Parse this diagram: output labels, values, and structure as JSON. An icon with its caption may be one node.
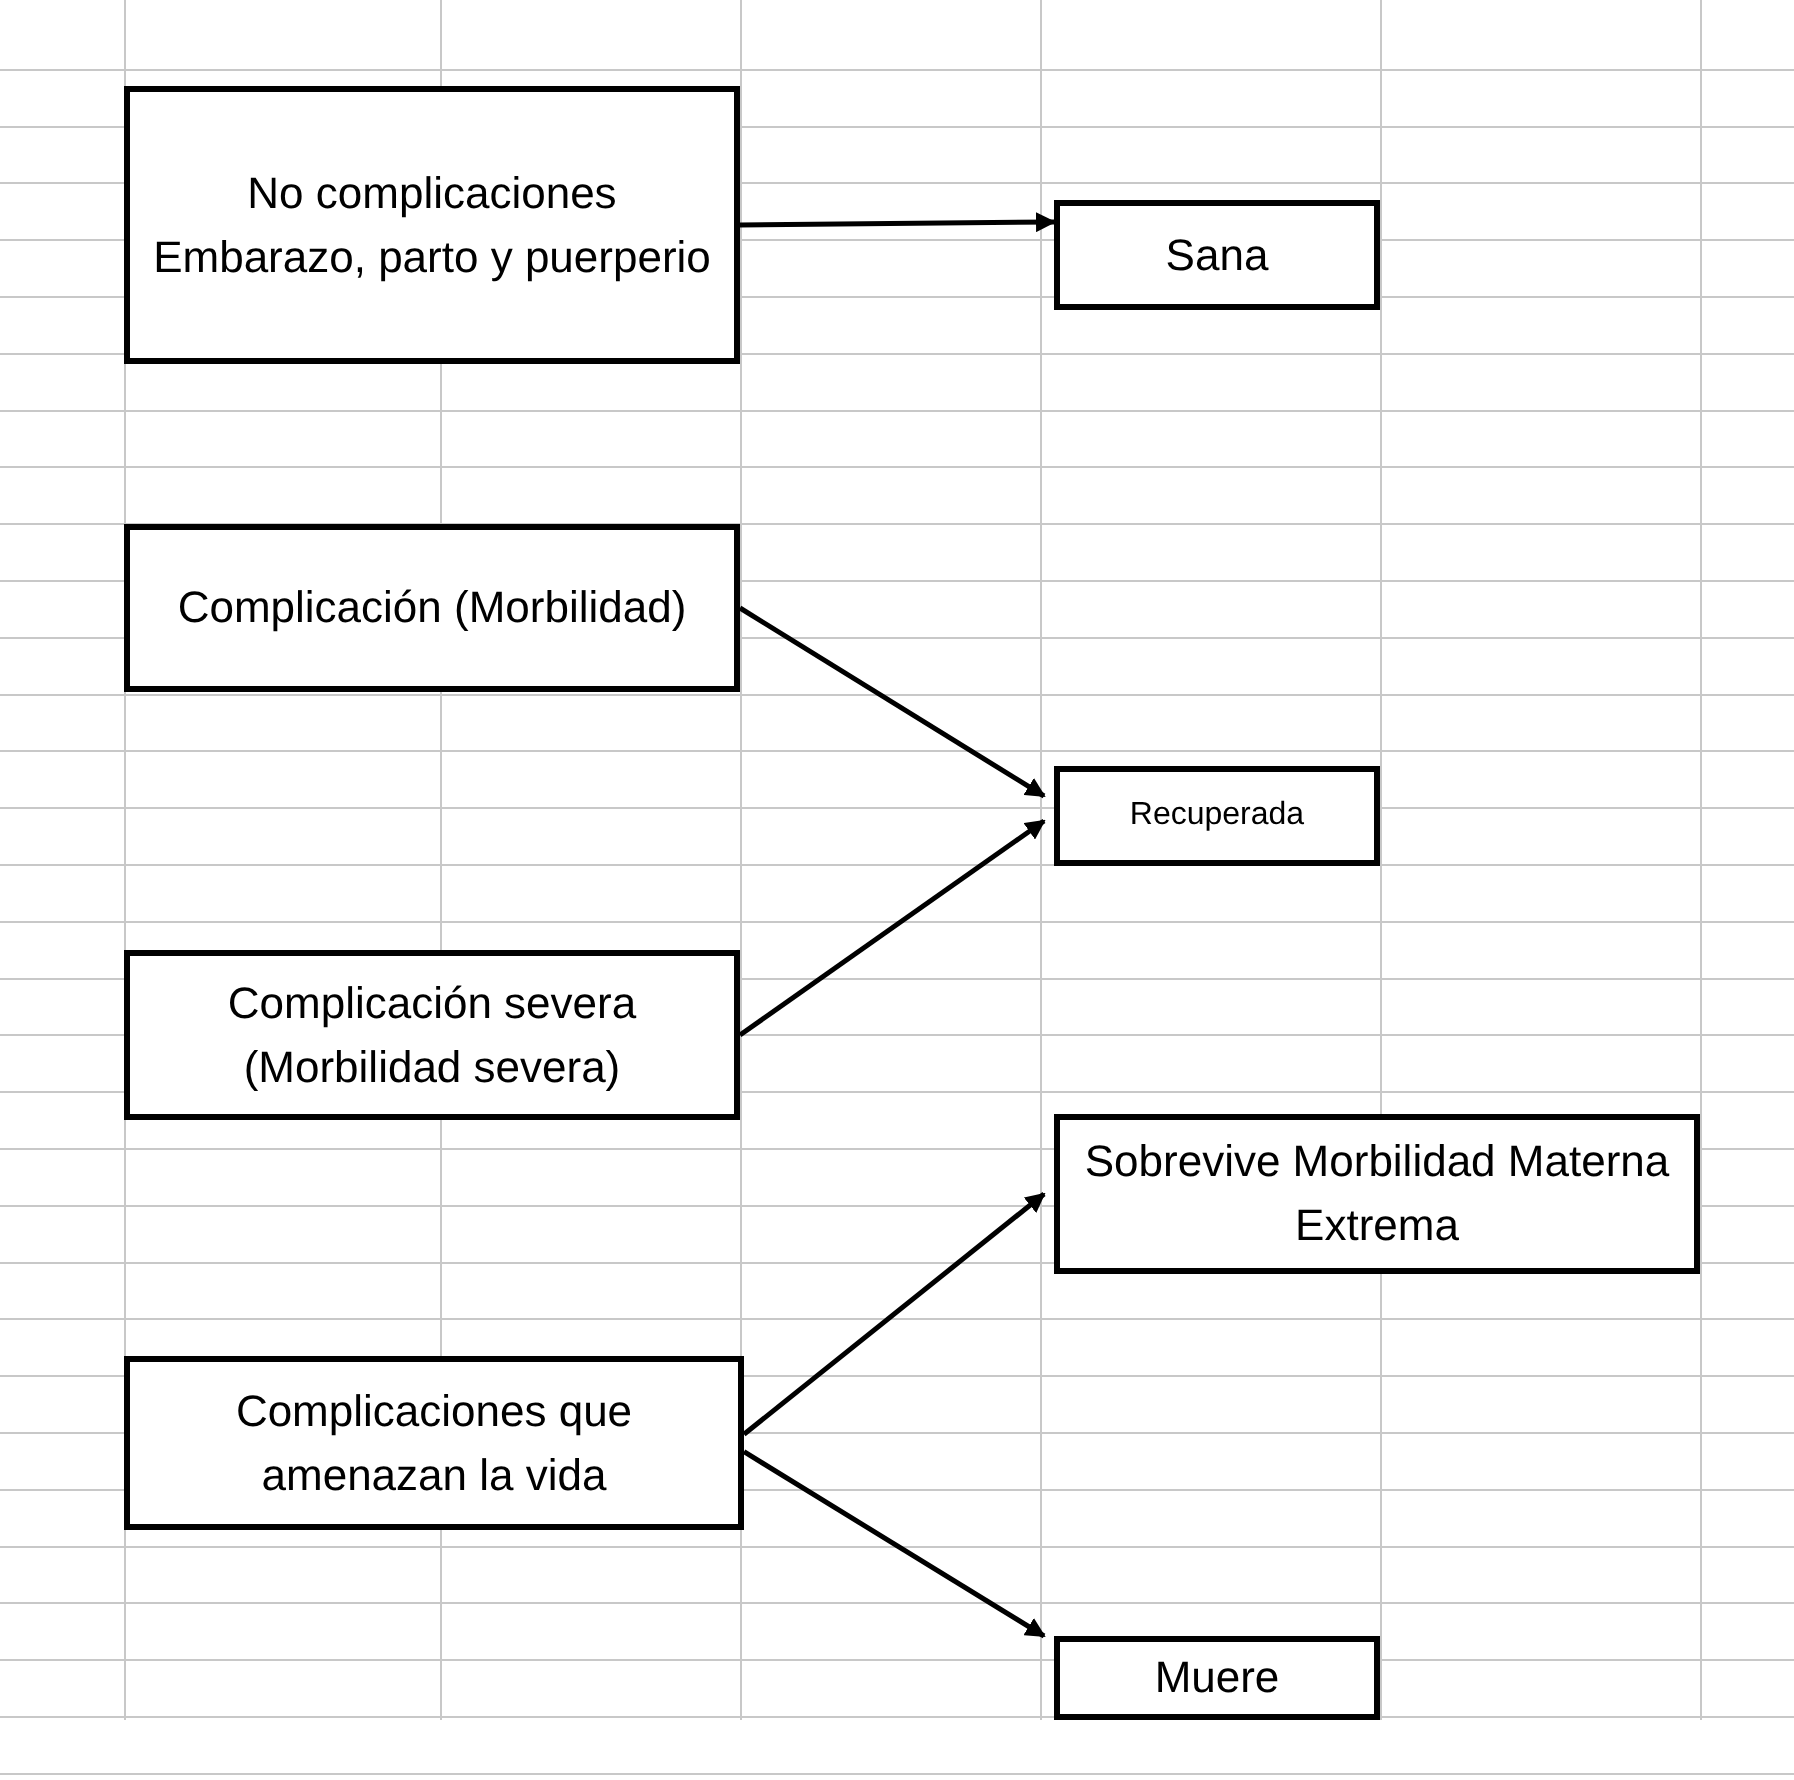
{
  "diagram": {
    "nodes": [
      {
        "text": [
          "No complicaciones Embarazo, parto y puerperio"
        ]
      },
      {
        "text": [
          "Sana"
        ]
      },
      {
        "text": [
          "Complicación (Morbilidad)"
        ]
      },
      {
        "text": [
          "Recuperada"
        ]
      },
      {
        "text": [
          "Complicación severa (Morbilidad severa)"
        ]
      },
      {
        "text": [
          "Sobrevive Morbilidad Materna Extrema"
        ]
      },
      {
        "text": [
          "Complicaciones que amenazan la vida"
        ]
      },
      {
        "text": [
          "Muere"
        ]
      }
    ],
    "edges": [
      {
        "from": 0,
        "to": 1,
        "arrow": "to"
      },
      {
        "from": 2,
        "to": 3,
        "arrow": "to"
      },
      {
        "from": 4,
        "to": 3,
        "arrow": "to"
      },
      {
        "from": 6,
        "to": 5,
        "arrow": "to"
      },
      {
        "from": 6,
        "to": 7,
        "arrow": "to"
      }
    ]
  }
}
